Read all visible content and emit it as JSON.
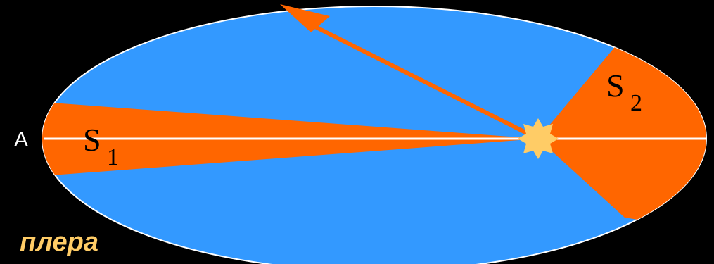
{
  "colors": {
    "background": "#000000",
    "ellipse_fill": "#3399ff",
    "ellipse_stroke": "#ffffff",
    "sector_fill": "#ff6600",
    "axis": "#ffffff",
    "arrow": "#ff6600",
    "sun": "#ffcc66",
    "caption": "#ffcc66",
    "point_label": "#ffffff",
    "area_label": "#000000"
  },
  "labels": {
    "point_a": "A",
    "area_1": "S",
    "area_1_sub": "1",
    "area_2": "S",
    "area_2_sub": "2"
  },
  "caption": {
    "text_fragment": "плера"
  },
  "icons": {
    "sun": "sun-icon",
    "arrow": "arrow-icon"
  }
}
